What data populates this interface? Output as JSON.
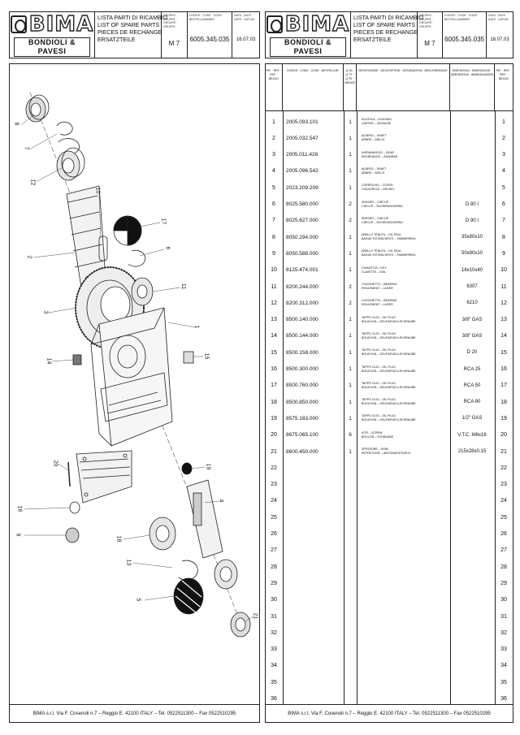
{
  "brand": {
    "name": "BIMA",
    "sub": "BONDIOLI & PAVESI"
  },
  "header": {
    "titles": [
      "LISTA PARTI DI RICAMBIO",
      "LIST OF SPARE PARTS",
      "PIECES DE RECHANGE",
      "ERSATZTEILE"
    ],
    "group_label": "GRUPPO · GRUPPE · GROUPE · GRUPPE",
    "group_value": "M 7",
    "code_label": "CODICE · CODE · CODE · BESTELLNUMMER",
    "code_value": "6005.345.035",
    "date_label": "DATA · DATE · DATE · DATUM",
    "date_value": "16.07.03"
  },
  "table": {
    "headers": {
      "ref": "RIF. · REF. · REF. · BEZUG",
      "code": "CODICE · CODE · CODE · BESTELLNR.",
      "qty": "Q.TA · Q.TY · Q.TE · MENGE",
      "desc": "DESCRIZIONE · DESCRIPTION · DESIGNATION · BESCHREIBUNG",
      "dim": "DIMENSIONI · DIMENSIONS · DIMENSIONS · ABMESSUNGEN",
      "ref2": "RIF. · REF. · REF. · BEZUG"
    },
    "rows": [
      {
        "n": "1",
        "code": "2005.093.101",
        "qty": "1",
        "d1": "SCATOLA – HOUSING",
        "d2": "CARTER – GEHÄUSE",
        "dim": ""
      },
      {
        "n": "2",
        "code": "2005.032.547",
        "qty": "1",
        "d1": "ALBERO – SHAFT",
        "d2": "ARBRE – WELLE",
        "dim": ""
      },
      {
        "n": "3",
        "code": "2005.011.426",
        "qty": "1",
        "d1": "INGRANAGGIO – GEAR",
        "d2": "ENGRENAGE – ZAHNRAD",
        "dim": ""
      },
      {
        "n": "4",
        "code": "2005.096.542",
        "qty": "1",
        "d1": "ALBERO – SHAFT",
        "d2": "ARBRE – WELLE",
        "dim": ""
      },
      {
        "n": "5",
        "code": "2023.209.209",
        "qty": "1",
        "d1": "COPERCHIO – COVER",
        "d2": "COUVERCLE – DECKEL",
        "dim": ""
      },
      {
        "n": "6",
        "code": "8025.580.000",
        "qty": "2",
        "d1": "SEEGER – CIRCLIP",
        "d2": "CIRCLIP – SICHERUNGSRING",
        "dim": "D 80 I"
      },
      {
        "n": "7",
        "code": "8025.627.000",
        "qty": "2",
        "d1": "SEEGER – CIRCLIP",
        "d2": "CIRCLIP – SICHERUNGSRING",
        "dim": "D 90 I"
      },
      {
        "n": "8",
        "code": "8050.294.000",
        "qty": "1",
        "d1": "ANELLO TENUTA – OIL SEAL",
        "d2": "BAGUE D'ETANCHEITE – SIMMERRING",
        "dim": "35x80x10"
      },
      {
        "n": "9",
        "code": "8050.588.000",
        "qty": "1",
        "d1": "ANELLO TENUTA – OIL SEAL",
        "d2": "BAGUE D'ETANCHEITE – SIMMERRING",
        "dim": "50x80x10"
      },
      {
        "n": "10",
        "code": "8125.474.001",
        "qty": "1",
        "d1": "CHIAVETTA – KEY",
        "d2": "CLAVETTE – KEIL",
        "dim": "16x10x40"
      },
      {
        "n": "11",
        "code": "8200.244.000",
        "qty": "2",
        "d1": "CUSCINETTO – BEARING",
        "d2": "ROULEMENT – LAGER",
        "dim": "6307"
      },
      {
        "n": "12",
        "code": "8200.312.000",
        "qty": "2",
        "d1": "CUSCINETTO – BEARING",
        "d2": "ROULEMENT – LAGER",
        "dim": "6210"
      },
      {
        "n": "13",
        "code": "8500.140.000",
        "qty": "1",
        "d1": "TAPPO OLIO – OIL PLUG",
        "d2": "BOUCHON – OELEINFUELLSCHRAUBE",
        "dim": "3/8\" GAS"
      },
      {
        "n": "14",
        "code": "8500.144.000",
        "qty": "1",
        "d1": "TAPPO OLIO – OIL PLUG",
        "d2": "BOUCHON – OELEINFUELLSCHRAUBE",
        "dim": "3/8\" GAS"
      },
      {
        "n": "15",
        "code": "8500.158.000",
        "qty": "1",
        "d1": "TAPPO OLIO – OIL PLUG",
        "d2": "BOUCHON – OELEINFUELLSCHRAUBE",
        "dim": "D 20"
      },
      {
        "n": "16",
        "code": "8500.300.000",
        "qty": "1",
        "d1": "TAPPO OLIO – OIL PLUG",
        "d2": "BOUCHON – OELEINFUELLSCHRAUBE",
        "dim": "RCA 25"
      },
      {
        "n": "17",
        "code": "8500.760.000",
        "qty": "1",
        "d1": "TAPPO OLIO – OIL PLUG",
        "d2": "BOUCHON – OELEINFUELLSCHRAUBE",
        "dim": "RCA 50"
      },
      {
        "n": "18",
        "code": "8500.850.000",
        "qty": "1",
        "d1": "TAPPO OLIO – OIL PLUG",
        "d2": "BOUCHON – OELEINFUELLSCHRAUBE",
        "dim": "RCA 90"
      },
      {
        "n": "19",
        "code": "8575.183.000",
        "qty": "1",
        "d1": "TAPPO OLIO – OIL PLUG",
        "d2": "BOUCHON – OELEINFUELLSCHRAUBE",
        "dim": "1/2\" GAS"
      },
      {
        "n": "20",
        "code": "8675.065.100",
        "qty": "6",
        "d1": "VITE – SCREW",
        "d2": "BOULON – SCHRAUBE",
        "dim": "V.T.C. M6x16"
      },
      {
        "n": "21",
        "code": "8600.450.000",
        "qty": "1",
        "d1": "SPESSORE – SHIM",
        "d2": "ENTRETOISE – ABSTANDSSTUECK",
        "dim": "215x28x0.15"
      },
      {
        "n": "22",
        "code": "",
        "qty": "",
        "d1": "",
        "d2": "",
        "dim": ""
      },
      {
        "n": "23",
        "code": "",
        "qty": "",
        "d1": "",
        "d2": "",
        "dim": ""
      },
      {
        "n": "24",
        "code": "",
        "qty": "",
        "d1": "",
        "d2": "",
        "dim": ""
      },
      {
        "n": "25",
        "code": "",
        "qty": "",
        "d1": "",
        "d2": "",
        "dim": ""
      },
      {
        "n": "26",
        "code": "",
        "qty": "",
        "d1": "",
        "d2": "",
        "dim": ""
      },
      {
        "n": "27",
        "code": "",
        "qty": "",
        "d1": "",
        "d2": "",
        "dim": ""
      },
      {
        "n": "28",
        "code": "",
        "qty": "",
        "d1": "",
        "d2": "",
        "dim": ""
      },
      {
        "n": "29",
        "code": "",
        "qty": "",
        "d1": "",
        "d2": "",
        "dim": ""
      },
      {
        "n": "30",
        "code": "",
        "qty": "",
        "d1": "",
        "d2": "",
        "dim": ""
      },
      {
        "n": "31",
        "code": "",
        "qty": "",
        "d1": "",
        "d2": "",
        "dim": ""
      },
      {
        "n": "32",
        "code": "",
        "qty": "",
        "d1": "",
        "d2": "",
        "dim": ""
      },
      {
        "n": "33",
        "code": "",
        "qty": "",
        "d1": "",
        "d2": "",
        "dim": ""
      },
      {
        "n": "34",
        "code": "",
        "qty": "",
        "d1": "",
        "d2": "",
        "dim": ""
      },
      {
        "n": "35",
        "code": "",
        "qty": "",
        "d1": "",
        "d2": "",
        "dim": ""
      },
      {
        "n": "36",
        "code": "",
        "qty": "",
        "d1": "",
        "d2": "",
        "dim": ""
      }
    ]
  },
  "drawing": {
    "callouts": [
      "8",
      "7",
      "12",
      "10",
      "17",
      "6",
      "2",
      "11",
      "3",
      "1",
      "14",
      "15",
      "20",
      "19",
      "16",
      "9",
      "4",
      "18",
      "13",
      "5",
      "21"
    ]
  },
  "footer": "BIMA s.r.l. Via F. Cosenoli n.7 – Reggio E. 42100 ITALY – Tel. 0522511300 – Fax 0522510295"
}
